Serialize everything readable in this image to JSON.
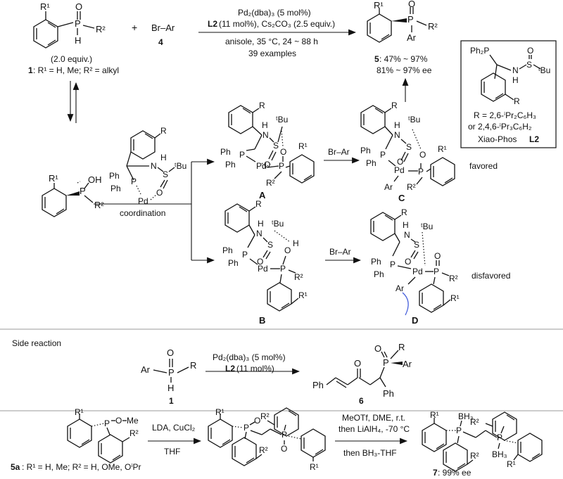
{
  "reactants": {
    "equiv": "(2.0 equiv.)",
    "compound1_label": "1",
    "compound1_desc": ": R¹ = H, Me; R² = alkyl",
    "plus": "+",
    "aryl_bromide": "Br–Ar",
    "compound4_label": "4"
  },
  "conditions": {
    "line1": "Pd₂(dba)₃ (5 mol%)",
    "line2_bold": "L2",
    "line2_rest": " (11 mol%), Cs₂CO₃ (2.5 equiv.)",
    "line3": "anisole, 35 °C, 24 ~ 88 h",
    "line4": "39 examples"
  },
  "product": {
    "label": "5",
    "yield": ": 47% ~ 97%",
    "ee": "81% ~ 97% ee"
  },
  "ligand_box": {
    "substituent_1": "R = 2,6-ⁱPr₂C₆H₃",
    "substituent_2": "or 2,4,6-ⁱPr₃C₆H₂",
    "name": "Xiao-Phos",
    "label": "L2"
  },
  "mechanism": {
    "coordination": "coordination",
    "A": "A",
    "B": "B",
    "C": "C",
    "D": "D",
    "aryl_bromide": "Br–Ar",
    "favored": "favored",
    "disfavored": "disfavored"
  },
  "side_reaction": {
    "title": "Side reaction",
    "cond1": "Pd₂(dba)₃ (5 mol%)",
    "cond2_bold": "L2",
    "cond2_rest": " (11 mol%)",
    "sm_label": "1",
    "product_label": "6"
  },
  "bottom": {
    "sm_label": "5a",
    "sm_desc": ": R¹ = H, Me; R² = H, OMe, OⁱPr",
    "step1_a": "LDA, CuCl₂",
    "step1_b": "THF",
    "step2_a": "MeOTf, DME, r.t.",
    "step2_b": "then LiAlH₄, -70 °C",
    "step2_c": "then BH₃-THF",
    "product_label": "7",
    "product_ee": ": 99% ee"
  },
  "atoms": {
    "P": "P",
    "O": "O",
    "OH": "OH",
    "H": "H",
    "R": "R",
    "R1": "R¹",
    "R2": "R²",
    "Ar": "Ar",
    "Pd": "Pd",
    "Ph": "Ph",
    "Ph2P": "Ph₂P",
    "N": "N",
    "S": "S",
    "tBu": "ᵗBu",
    "Me": "Me",
    "BH3": "BH₃"
  }
}
